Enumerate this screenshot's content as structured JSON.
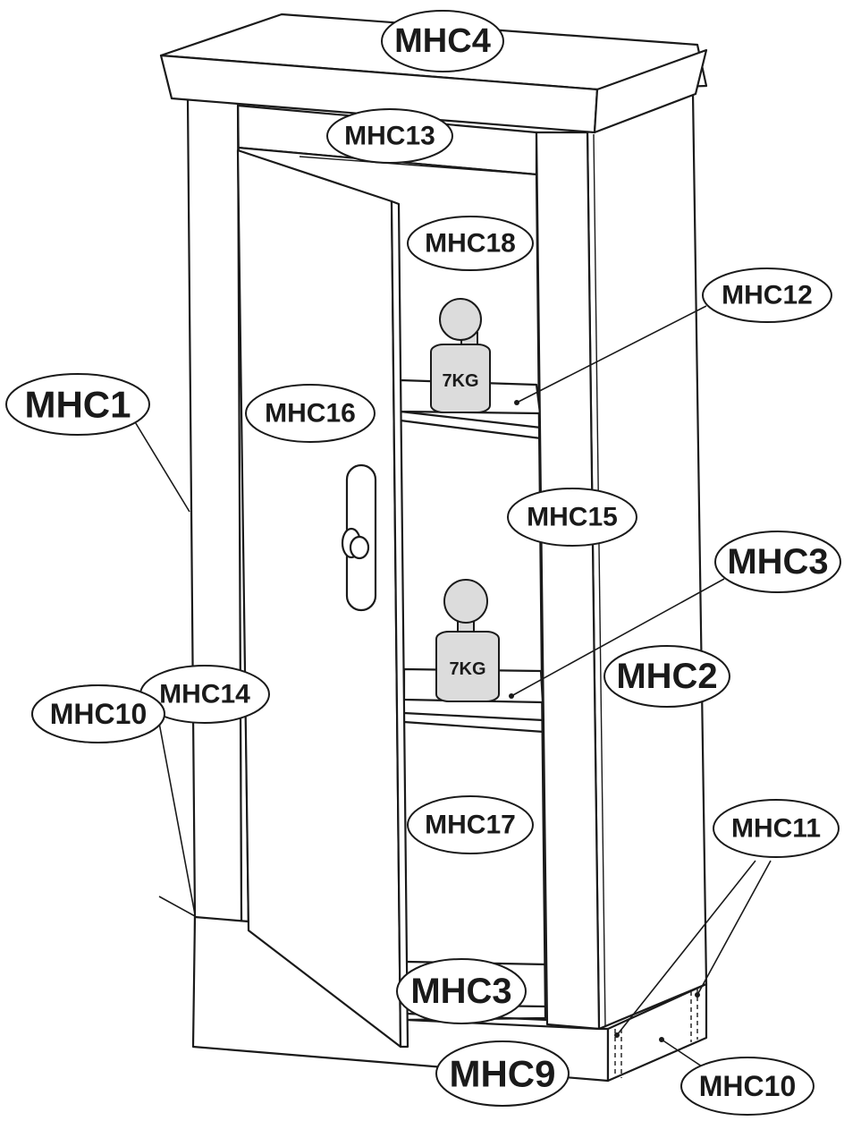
{
  "labels": {
    "mhc1": "MHC1",
    "mhc2": "MHC2",
    "mhc3_side": "MHC3",
    "mhc3_bottom": "MHC3",
    "mhc4": "MHC4",
    "mhc9": "MHC9",
    "mhc10_left": "MHC10",
    "mhc10_right": "MHC10",
    "mhc11": "MHC11",
    "mhc12": "MHC12",
    "mhc13": "MHC13",
    "mhc14": "MHC14",
    "mhc15": "MHC15",
    "mhc16": "MHC16",
    "mhc17": "MHC17",
    "mhc18": "MHC18"
  },
  "weights": {
    "upper": "7KG",
    "lower": "7KG"
  }
}
